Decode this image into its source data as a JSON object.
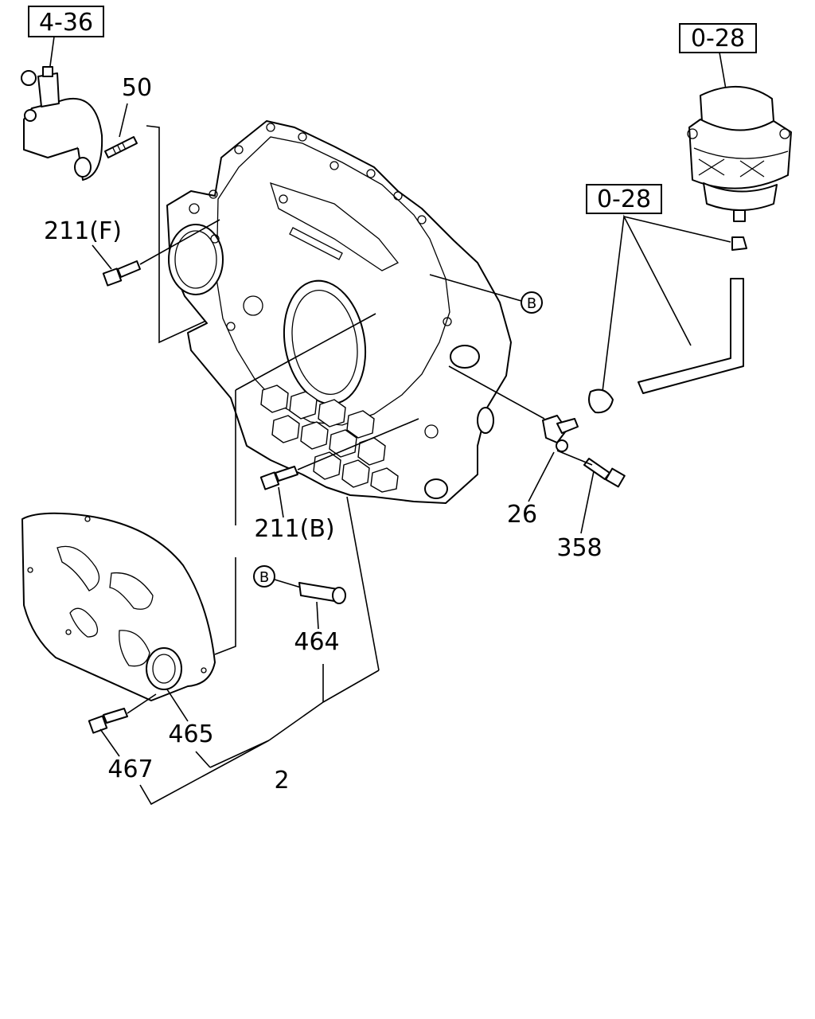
{
  "refs": {
    "ref_4_36": "4-36",
    "ref_0_28_top": "0-28",
    "ref_0_28_mid": "0-28"
  },
  "parts": {
    "p50": "50",
    "p211f": "211(F)",
    "p211b": "211(B)",
    "p26": "26",
    "p358": "358",
    "p464": "464",
    "p465": "465",
    "p467": "467",
    "p2": "2"
  },
  "markers": {
    "b_right": "B",
    "b_left": "B"
  }
}
